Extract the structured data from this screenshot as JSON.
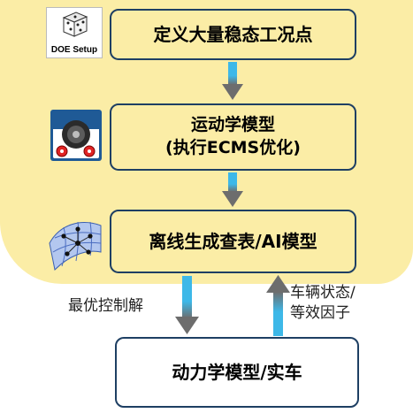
{
  "diagram": {
    "steps": [
      {
        "lines": [
          "定义大量稳态工况点"
        ]
      },
      {
        "lines": [
          "运动学模型",
          "(执行ECMS优化)"
        ]
      },
      {
        "lines": [
          "离线生成查表/AI模型"
        ]
      },
      {
        "lines": [
          "动力学模型/实车"
        ]
      }
    ],
    "doe_icon_label": "DOE Setup",
    "down_arrow_label": "最优控制解",
    "up_arrow_label_lines": [
      "车辆状态/",
      "等效因子"
    ],
    "colors": {
      "panel": "#fbeda6",
      "box_border": "#1e3f63",
      "arrow_blue": "#3db8e8",
      "arrow_gray": "#6d6d6d"
    }
  }
}
